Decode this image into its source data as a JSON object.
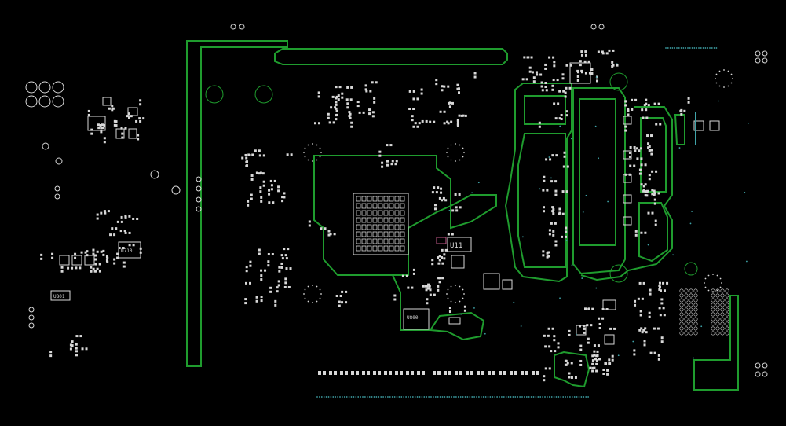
{
  "board": {
    "colors": {
      "background": "#000000",
      "copper": "#1f9c2e",
      "silkscreen": "#d8d8d8",
      "via": "#3fa3a8",
      "highlight": "#c25a8a"
    },
    "labels": {
      "u11": "U11",
      "u710": "U710",
      "u801": "U801",
      "u800": "U800"
    }
  }
}
